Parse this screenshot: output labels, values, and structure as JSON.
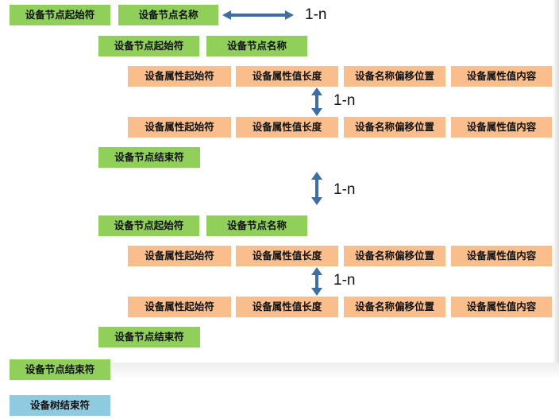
{
  "colors": {
    "node": "#8fcf5a",
    "attribute": "#f9be8c",
    "tree_end": "#8fcbe0",
    "arrow": "#3d6fa6"
  },
  "labels": {
    "node_start": "设备节点起始符",
    "node_name": "设备节点名称",
    "node_end": "设备节点结束符",
    "attr_start": "设备属性起始符",
    "attr_value_length": "设备属性值长度",
    "name_offset": "设备名称偏移位置",
    "attr_value_content": "设备属性值内容",
    "tree_end": "设备树结束符",
    "multiplicity": "1-n"
  },
  "icons": {
    "horizontal_arrow": "double-headed-arrow-icon",
    "vertical_arrow": "double-headed-arrow-icon"
  }
}
